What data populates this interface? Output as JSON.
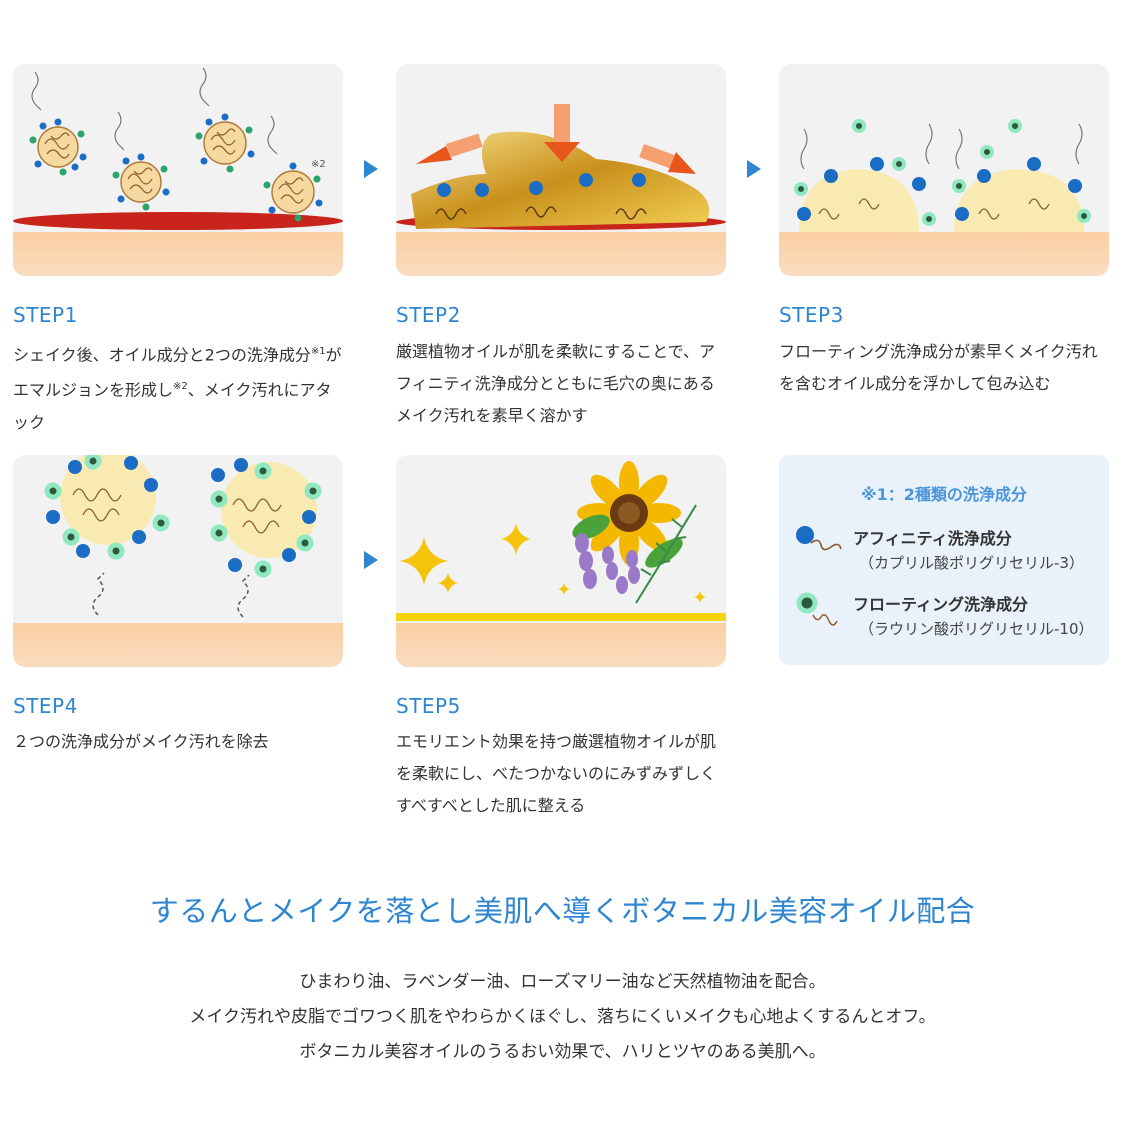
{
  "steps": [
    {
      "title": "STEP1",
      "text_html": "シェイク後、オイル成分と2つの洗浄成分<sup>※1</sup>がエマルジョンを形成し<sup>※2</sup>、メイク汚れにアタック",
      "note_mark": "※2"
    },
    {
      "title": "STEP2",
      "text_html": "厳選植物オイルが肌を柔軟にすることで、アフィニティ洗浄成分とともに毛穴の奥にあるメイク汚れを素早く溶かす"
    },
    {
      "title": "STEP3",
      "text_html": "フローティング洗浄成分が素早くメイク汚れを含むオイル成分を浮かして包み込む"
    },
    {
      "title": "STEP4",
      "text_html": "２つの洗浄成分がメイク汚れを除去"
    },
    {
      "title": "STEP5",
      "text_html": "エモリエント効果を持つ厳選植物オイルが肌を柔軟にし、べたつかないのにみずみずしくすべすべとした肌に整える"
    }
  ],
  "legend": {
    "title": "※1：2種類の洗浄成分",
    "items": [
      {
        "name": "アフィニティ洗浄成分",
        "sub": "（カプリル酸ポリグリセリル-3）"
      },
      {
        "name": "フローティング洗浄成分",
        "sub": "（ラウリン酸ポリグリセリル-10）"
      }
    ]
  },
  "headline": "するんとメイクを落とし美肌へ導くボタニカル美容オイル配合",
  "body_lines": [
    "ひまわり油、ラベンダー油、ローズマリー油など天然植物油を配合。",
    "メイク汚れや皮脂でゴワつく肌をやわらかくほぐし、落ちにくいメイクも心地よくするんとオフ。",
    "ボタニカル美容オイルのうるおい効果で、ハリとツヤのある美肌へ。"
  ],
  "colors": {
    "accent": "#2f86d0",
    "card": "#f2f2f2",
    "skin": "#fbcfa4",
    "legend_bg": "#e9f1fa"
  }
}
